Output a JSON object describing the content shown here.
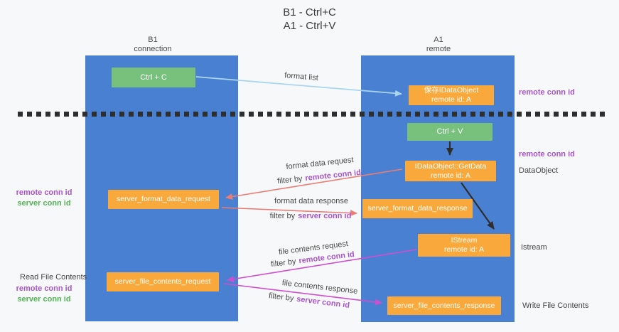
{
  "title": {
    "line1": "B1 - Ctrl+C",
    "line2": "A1 - Ctrl+V"
  },
  "lanes": {
    "left": {
      "name": "B1",
      "role": "connection"
    },
    "right": {
      "name": "A1",
      "role": "remote"
    }
  },
  "boxes": {
    "ctrl_c": "Ctrl + C",
    "ctrl_v": "Ctrl + V",
    "save_idataobject": {
      "line1": "保存IDataObject",
      "line2": "remote id: A"
    },
    "getdata": {
      "line1": "IDataObject::GetData",
      "line2": "remote id: A"
    },
    "istream": {
      "line1": "IStream",
      "line2": "remote id: A"
    },
    "server_format_data_request": "server_format_data_request",
    "server_format_data_response": "server_format_data_response",
    "server_file_contents_request": "server_file_contents_request",
    "server_file_contents_response": "server_file_contents_response"
  },
  "messages": {
    "format_list": "format list",
    "format_data_request": "format data request",
    "format_data_response": "format data response",
    "file_contents_request": "file contents request",
    "file_contents_response": "file contents response",
    "filter_by": "filter by",
    "remote_conn_id": "remote conn id",
    "server_conn_id": "server conn id"
  },
  "side_labels": {
    "right_remote_conn_id_top": "remote conn id",
    "right_remote_conn_id_mid": "remote conn id",
    "dataobject": "DataObject",
    "istream": "Istream",
    "write_file_contents": "Write File Contents",
    "left_remote_conn_id_1": "remote conn id",
    "left_server_conn_id_1": "server conn id",
    "read_file_contents": "Read File Contents",
    "left_remote_conn_id_2": "remote conn id",
    "left_server_conn_id_2": "server conn id"
  },
  "colors": {
    "lane_blue": "#4a80d2",
    "box_green": "#77c17c",
    "box_orange": "#f9a93c",
    "arrow_salmon": "#ec7d75",
    "arrow_magenta": "#cf4fcf",
    "arrow_light_blue": "#a9d5f0",
    "arrow_black": "#2e2e2e",
    "conn_id_purple": "#a855cc",
    "conn_id_green": "#53b356",
    "background": "#f7f8f9"
  }
}
